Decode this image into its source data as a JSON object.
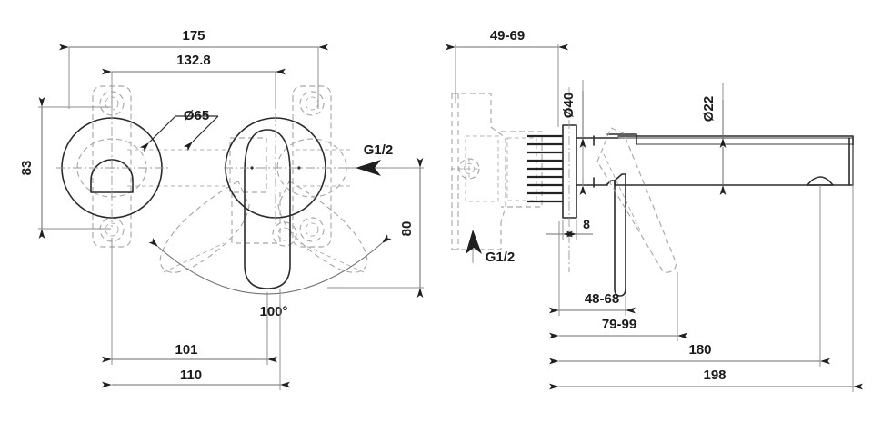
{
  "document": {
    "type": "technical-dimension-drawing",
    "subject": "Wall-mounted concealed single-lever basin mixer",
    "views": [
      {
        "name": "front-view",
        "position": "left"
      },
      {
        "name": "side-section-view",
        "position": "right"
      }
    ],
    "background_color": "#ffffff",
    "line_color": "#2b2b2b",
    "hidden_line_color": "#a8a8a8",
    "dimension_line_color": "#6e6e6e"
  },
  "front_view": {
    "dimensions": {
      "overall_width": "175",
      "plate_span": "132.8",
      "escutcheon_diameter": "Ø65",
      "height": "83",
      "height_right": "80",
      "lever_swing_angle": "100°",
      "offset_101": "101",
      "offset_110": "110"
    },
    "labels": {
      "inlet_connection": "G1/2"
    }
  },
  "side_view": {
    "dimensions": {
      "wall_depth_range": "49-69",
      "cover_plate_diameter": "Ø40",
      "spout_diameter": "Ø22",
      "plate_thickness": "8",
      "lever_projection_range": "48-68",
      "mid_projection_range": "79-99",
      "spout_projection": "180",
      "overall_projection": "198"
    },
    "labels": {
      "inlet_connection": "G1/2"
    }
  },
  "annotations": [
    {
      "id": "a1",
      "text": "175",
      "view": "front",
      "kind": "linear"
    },
    {
      "id": "a2",
      "text": "132.8",
      "view": "front",
      "kind": "linear"
    },
    {
      "id": "a3",
      "text": "Ø65",
      "view": "front",
      "kind": "diameter"
    },
    {
      "id": "a4",
      "text": "83",
      "view": "front",
      "kind": "linear-vertical"
    },
    {
      "id": "a5",
      "text": "80",
      "view": "front",
      "kind": "linear-vertical"
    },
    {
      "id": "a6",
      "text": "G1/2",
      "view": "front",
      "kind": "connection"
    },
    {
      "id": "a7",
      "text": "100°",
      "view": "front",
      "kind": "angular"
    },
    {
      "id": "a8",
      "text": "101",
      "view": "front",
      "kind": "linear"
    },
    {
      "id": "a9",
      "text": "110",
      "view": "front",
      "kind": "linear"
    },
    {
      "id": "b1",
      "text": "49-69",
      "view": "side",
      "kind": "linear"
    },
    {
      "id": "b2",
      "text": "Ø40",
      "view": "side",
      "kind": "diameter-vertical"
    },
    {
      "id": "b3",
      "text": "Ø22",
      "view": "side",
      "kind": "diameter-vertical"
    },
    {
      "id": "b4",
      "text": "8",
      "view": "side",
      "kind": "linear"
    },
    {
      "id": "b5",
      "text": "G1/2",
      "view": "side",
      "kind": "connection"
    },
    {
      "id": "b6",
      "text": "48-68",
      "view": "side",
      "kind": "linear"
    },
    {
      "id": "b7",
      "text": "79-99",
      "view": "side",
      "kind": "linear"
    },
    {
      "id": "b8",
      "text": "180",
      "view": "side",
      "kind": "linear"
    },
    {
      "id": "b9",
      "text": "198",
      "view": "side",
      "kind": "linear"
    }
  ]
}
